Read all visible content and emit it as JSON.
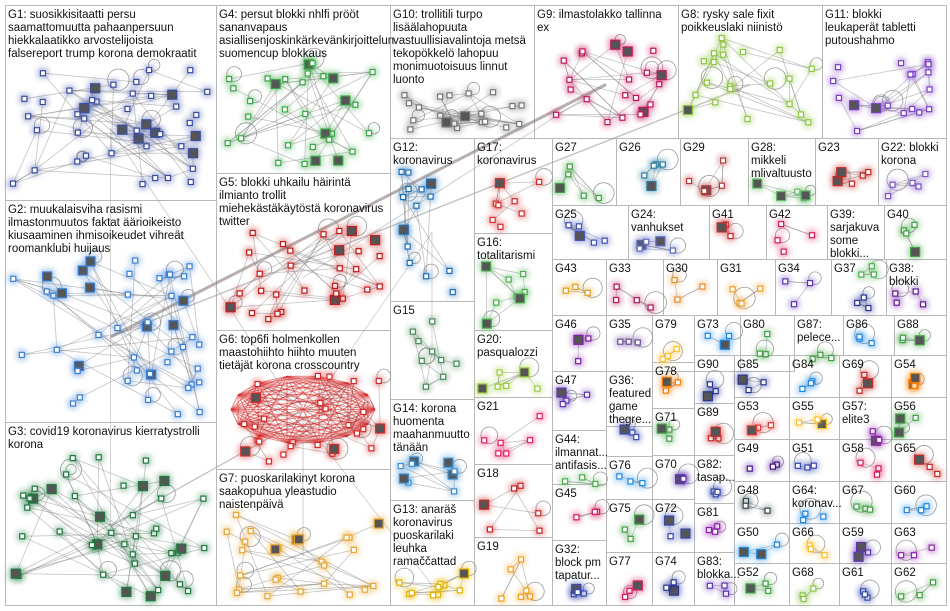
{
  "groups": [
    {
      "id": "G1",
      "lines": [
        "G1: suosikkisitaatti persu",
        "saamattomuutta pahaanpersuun",
        "hiekkalaatikko arvostelijoista",
        "falsereport trump korona demokraatit"
      ],
      "color": "#3a4ea0"
    },
    {
      "id": "G2",
      "lines": [
        "G2: muukalaisviha rasismi",
        "ilmastonmuutos faktat äärioikeisto",
        "kiusaaminen ihmisoikeudet vihreät",
        "roomanklubi huijaus"
      ],
      "color": "#3b7fd4"
    },
    {
      "id": "G3",
      "lines": [
        "G3: covid19 koronavirus kierratystrolli",
        "korona"
      ],
      "color": "#1e7a3e"
    },
    {
      "id": "G4",
      "lines": [
        "G4: persut blokki nhlfi prööt",
        "sananvapaus",
        "asiallisenjoskinkärkevänkirjoittelun",
        "suomencup blokkaus"
      ],
      "color": "#3ca648"
    },
    {
      "id": "G5",
      "lines": [
        "G5: blokki uhkailu häirintä",
        "ilmianto trollit",
        "miehekästäkäytöstä koronavirus",
        "twitter"
      ],
      "color": "#c21b1b"
    },
    {
      "id": "G6",
      "lines": [
        "G6: top6fi holmenkollen",
        "maastohiihto hiihto muuten",
        "tietäjät korona crosscountry"
      ],
      "color": "#d42b2b"
    },
    {
      "id": "G7",
      "lines": [
        "G7: puoskarilakinyt korona",
        "saakopuhua yleastudio",
        "naistenpäivä"
      ],
      "color": "#e8a630"
    },
    {
      "id": "G8",
      "lines": [
        "G8: rysky sale fixit",
        "poikkeuslaki niinistö"
      ],
      "color": "#8dc63f"
    },
    {
      "id": "G9",
      "lines": [
        "G9: ilmastolakko tallinna",
        "ex"
      ],
      "color": "#c2185b"
    },
    {
      "id": "G10",
      "lines": [
        "G10: trollitili turpo",
        "lisäälahopuuta",
        "vastuullisiavalintoja metsä",
        "tekopökkelö lahopuu",
        "monimuotoisuus linnut",
        "luonto"
      ],
      "color": "#777777"
    },
    {
      "id": "G11",
      "lines": [
        "G11: blokki",
        "leukaperät tabletti",
        "putoushahmo"
      ],
      "color": "#7b3fc4"
    },
    {
      "id": "G12",
      "lines": [
        "G12:",
        "koronavirus"
      ],
      "color": "#1f6fb5"
    },
    {
      "id": "G13",
      "lines": [
        "G13: anaräš",
        "koronavirus",
        "puoskarilaki",
        "leuhka",
        "ramaččattad"
      ],
      "color": "#e3b400"
    },
    {
      "id": "G14",
      "lines": [
        "G14: korona",
        "huomenta",
        "maahanmuutto",
        "tänään"
      ],
      "color": "#3f8fcf"
    },
    {
      "id": "G15",
      "lines": [
        "G15"
      ],
      "color": "#4a8a5a"
    },
    {
      "id": "G16",
      "lines": [
        "G16:",
        "totalitarismi"
      ],
      "color": "#4caf50"
    },
    {
      "id": "G17",
      "lines": [
        "G17:",
        "koronavirus"
      ],
      "color": "#d32f2f"
    },
    {
      "id": "G18",
      "lines": [
        "G18"
      ],
      "color": "#c62828"
    },
    {
      "id": "G19",
      "lines": [
        "G19"
      ],
      "color": "#f0a020"
    },
    {
      "id": "G20",
      "lines": [
        "G20:",
        "pasqualozzi"
      ],
      "color": "#9ccc3c"
    },
    {
      "id": "G21",
      "lines": [
        "G21"
      ],
      "color": "#e91e63"
    },
    {
      "id": "G22",
      "lines": [
        "G22: blokki",
        "korona"
      ],
      "color": "#7e57c2"
    },
    {
      "id": "G23",
      "lines": [
        "G23"
      ],
      "color": "#c62828"
    },
    {
      "id": "G24",
      "lines": [
        "G24:",
        "vanhukset"
      ],
      "color": "#5c6bc0"
    },
    {
      "id": "G25",
      "lines": [
        "G25"
      ],
      "color": "#3f51b5"
    },
    {
      "id": "G26",
      "lines": [
        "G26"
      ],
      "color": "#2e7d9f"
    },
    {
      "id": "G27",
      "lines": [
        "G27"
      ],
      "color": "#43a047"
    },
    {
      "id": "G28",
      "lines": [
        "G28:",
        "mikkeli",
        "mlivaltuusto"
      ],
      "color": "#66bb6a"
    },
    {
      "id": "G29",
      "lines": [
        "G29"
      ],
      "color": "#b23a3a"
    },
    {
      "id": "G30",
      "lines": [
        "G30"
      ],
      "color": "#e88b2b"
    },
    {
      "id": "G31",
      "lines": [
        "G31"
      ],
      "color": "#f0a030"
    },
    {
      "id": "G32",
      "lines": [
        "G32:",
        "block pm",
        "tapatur..."
      ],
      "color": "#3949ab"
    },
    {
      "id": "G33",
      "lines": [
        "G33"
      ],
      "color": "#ad1457"
    },
    {
      "id": "G34",
      "lines": [
        "G34"
      ],
      "color": "#5e35b1"
    },
    {
      "id": "G35",
      "lines": [
        "G35"
      ],
      "color": "#6d4c9a"
    },
    {
      "id": "G36",
      "lines": [
        "G36:",
        "featured",
        "game",
        "thegre..."
      ],
      "color": "#3f51b5"
    },
    {
      "id": "G37",
      "lines": [
        "G37"
      ],
      "color": "#283593"
    },
    {
      "id": "G38",
      "lines": [
        "G38:",
        "blokki"
      ],
      "color": "#6a1b9a"
    },
    {
      "id": "G39",
      "lines": [
        "G39:",
        "sarjakuva",
        "some",
        "blokki..."
      ],
      "color": "#4caf50"
    },
    {
      "id": "G40",
      "lines": [
        "G40"
      ],
      "color": "#43a047"
    },
    {
      "id": "G41",
      "lines": [
        "G41"
      ],
      "color": "#c62828"
    },
    {
      "id": "G42",
      "lines": [
        "G42"
      ],
      "color": "#d81b60"
    },
    {
      "id": "G43",
      "lines": [
        "G43"
      ],
      "color": "#e0a020"
    },
    {
      "id": "G44",
      "lines": [
        "G44:",
        "ilmannat...",
        "antifasis..."
      ],
      "color": "#4caf50"
    },
    {
      "id": "G45",
      "lines": [
        "G45"
      ],
      "color": "#d81b60"
    },
    {
      "id": "G46",
      "lines": [
        "G46"
      ],
      "color": "#7b1fa2"
    },
    {
      "id": "G47",
      "lines": [
        "G47"
      ],
      "color": "#5e35b1"
    },
    {
      "id": "G48",
      "lines": [
        "G48"
      ],
      "color": "#37474f"
    },
    {
      "id": "G49",
      "lines": [
        "G49"
      ],
      "color": "#4a148c"
    },
    {
      "id": "G50",
      "lines": [
        "G50"
      ],
      "color": "#1e88e5"
    },
    {
      "id": "G51",
      "lines": [
        "G51"
      ],
      "color": "#3949ab"
    },
    {
      "id": "G52",
      "lines": [
        "G52"
      ],
      "color": "#43a047"
    },
    {
      "id": "G53",
      "lines": [
        "G53"
      ],
      "color": "#e53935"
    },
    {
      "id": "G54",
      "lines": [
        "G54"
      ],
      "color": "#f57c00"
    },
    {
      "id": "G55",
      "lines": [
        "G55"
      ],
      "color": "#fbc02d"
    },
    {
      "id": "G56",
      "lines": [
        "G56"
      ],
      "color": "#43a047"
    },
    {
      "id": "G57",
      "lines": [
        "G57:",
        "elite3"
      ],
      "color": "#8e24aa"
    },
    {
      "id": "G58",
      "lines": [
        "G58"
      ],
      "color": "#d81b60"
    },
    {
      "id": "G59",
      "lines": [
        "G59"
      ],
      "color": "#5e35b1"
    },
    {
      "id": "G60",
      "lines": [
        "G60"
      ],
      "color": "#1e88e5"
    },
    {
      "id": "G61",
      "lines": [
        "G61"
      ],
      "color": "#3949ab"
    },
    {
      "id": "G62",
      "lines": [
        "G62"
      ],
      "color": "#43a047"
    },
    {
      "id": "G63",
      "lines": [
        "G63"
      ],
      "color": "#8e24aa"
    },
    {
      "id": "G64",
      "lines": [
        "G64:",
        "koronav..."
      ],
      "color": "#1e88e5"
    },
    {
      "id": "G65",
      "lines": [
        "G65"
      ],
      "color": "#c62828"
    },
    {
      "id": "G66",
      "lines": [
        "G66"
      ],
      "color": "#fbc02d"
    },
    {
      "id": "G67",
      "lines": [
        "G67"
      ],
      "color": "#43a047"
    },
    {
      "id": "G68",
      "lines": [
        "G68"
      ],
      "color": "#8bc34a"
    },
    {
      "id": "G69",
      "lines": [
        "G69"
      ],
      "color": "#c62828"
    },
    {
      "id": "G70",
      "lines": [
        "G70"
      ],
      "color": "#5e35b1"
    },
    {
      "id": "G71",
      "lines": [
        "G71"
      ],
      "color": "#43a047"
    },
    {
      "id": "G72",
      "lines": [
        "G72"
      ],
      "color": "#3949ab"
    },
    {
      "id": "G73",
      "lines": [
        "G73"
      ],
      "color": "#1e88e5"
    },
    {
      "id": "G74",
      "lines": [
        "G74"
      ],
      "color": "#283593"
    },
    {
      "id": "G75",
      "lines": [
        "G75"
      ],
      "color": "#43a047"
    },
    {
      "id": "G76",
      "lines": [
        "G76"
      ],
      "color": "#1e88e5"
    },
    {
      "id": "G77",
      "lines": [
        "G77"
      ],
      "color": "#d81b60"
    },
    {
      "id": "G78",
      "lines": [
        "G78"
      ],
      "color": "#f57c00"
    },
    {
      "id": "G79",
      "lines": [
        "G79"
      ],
      "color": "#fbc02d"
    },
    {
      "id": "G80",
      "lines": [
        "G80"
      ],
      "color": "#43a047"
    },
    {
      "id": "G81",
      "lines": [
        "G81"
      ],
      "color": "#8e24aa"
    },
    {
      "id": "G82",
      "lines": [
        "G82:",
        "tasap..."
      ],
      "color": "#3949ab"
    },
    {
      "id": "G83",
      "lines": [
        "G83:",
        "blokka..."
      ],
      "color": "#5e35b1"
    },
    {
      "id": "G84",
      "lines": [
        "G84"
      ],
      "color": "#1e88e5"
    },
    {
      "id": "G85",
      "lines": [
        "G85"
      ],
      "color": "#283593"
    },
    {
      "id": "G86",
      "lines": [
        "G86"
      ],
      "color": "#1e88e5"
    },
    {
      "id": "G87",
      "lines": [
        "G87:",
        "pelece..."
      ],
      "color": "#43a047"
    },
    {
      "id": "G88",
      "lines": [
        "G88"
      ],
      "color": "#43a047"
    },
    {
      "id": "G89",
      "lines": [
        "G89"
      ],
      "color": "#c62828"
    },
    {
      "id": "G90",
      "lines": [
        "G90"
      ],
      "color": "#283593"
    }
  ]
}
